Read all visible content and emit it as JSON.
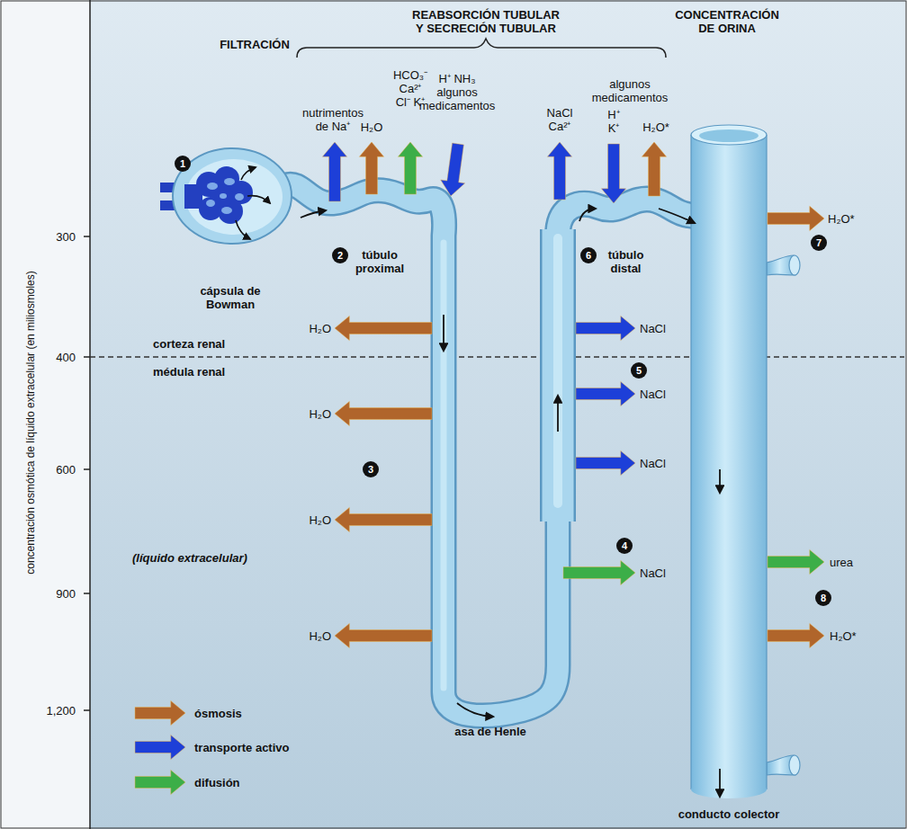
{
  "diagram": {
    "labels": [
      "FILTRACIÓN",
      "REABSORCIÓN TUBULAR Y SECRECIÓN TUBULAR",
      "CONCENTRACIÓN DE ORINA",
      "nutrimentos de Na⁺",
      "H₂O",
      "HCO₃⁻ Ca²⁺ Cl⁻ K⁺",
      "H⁺ NH₃ algunos medicamentos",
      "algunos medicamentos",
      "NaCl Ca²⁺",
      "H⁺ K⁺",
      "H₂O*",
      "H₂O*",
      "cápsula de Bowman",
      "túbulo proximal",
      "túbulo distal",
      "H₂O",
      "H₂O",
      "H₂O",
      "H₂O",
      "NaCl",
      "NaCl",
      "NaCl",
      "NaCl",
      "corteza renal",
      "médula renal",
      "(líquido extracelular)",
      "urea",
      "H₂O*",
      "asa de Henle",
      "conducto colector",
      "1",
      "2",
      "3",
      "4",
      "5",
      "6",
      "7",
      "8",
      "300",
      "400",
      "600",
      "900",
      "1,200",
      "concentración osmótica de líquido extracelular (en miliosmoles)"
    ],
    "legend": [
      {
        "text": "ósmosis",
        "color": "#b0652b"
      },
      {
        "text": "transporte activo",
        "color": "#1d3fd8"
      },
      {
        "text": "difusión",
        "color": "#3cae48"
      }
    ]
  }
}
